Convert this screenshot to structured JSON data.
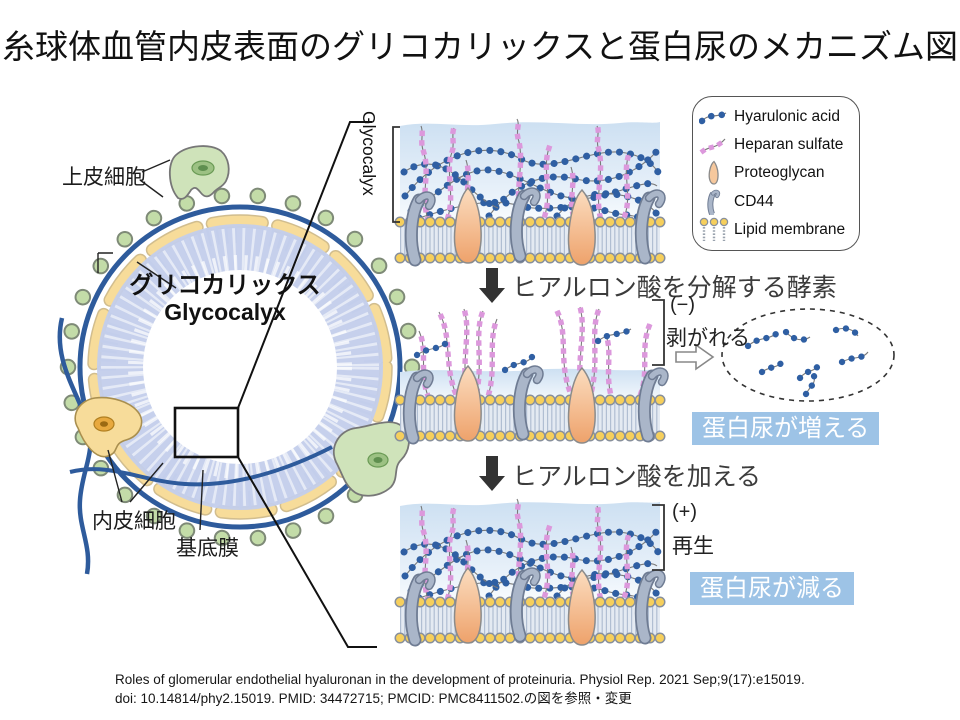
{
  "title": "糸球体血管内皮表面のグリコカリックスと蛋白尿のメカニズム図",
  "left_diagram": {
    "label_epithelial": "上皮細胞",
    "label_glycocalyx_jp": "グリコカリックス",
    "label_glycocalyx_en": "Glycocalyx",
    "label_endothelial": "内皮細胞",
    "label_basement": "基底膜"
  },
  "right_panel": {
    "glycocalyx_axis_label": "Glycocalyx",
    "step1_label": "ヒアルロン酸を分解する酵素",
    "minus_sign": "(−)",
    "peel_label": "剥がれる",
    "proteinuria_increase": "蛋白尿が増える",
    "step2_label": "ヒアルロン酸を加える",
    "plus_sign": "(+)",
    "regenerate_label": "再生",
    "proteinuria_decrease": "蛋白尿が減る"
  },
  "legend": {
    "items": [
      {
        "icon": "hyaluronic-acid-icon",
        "label": "Hyarulonic acid"
      },
      {
        "icon": "heparan-sulfate-icon",
        "label": "Heparan sulfate"
      },
      {
        "icon": "proteoglycan-icon",
        "label": "Proteoglycan"
      },
      {
        "icon": "cd44-icon",
        "label": "CD44"
      },
      {
        "icon": "lipid-membrane-icon",
        "label": "Lipid membrane"
      }
    ]
  },
  "citation": "Roles of glomerular endothelial hyaluronan in the development of proteinuria. Physiol Rep. 2021 Sep;9(17):e15019. doi: 10.14814/phy2.15019. PMID: 34472715; PMCID: PMC8411502.の図を参照・変更",
  "colors": {
    "highlight_box": "#9dc3e6",
    "hyaluronic_acid": "#2f5fa3",
    "heparan_sulfate": "#dc98dc",
    "proteoglycan": "#efa26e",
    "cd44": "#aab6c9",
    "lipid_head": "#f6cf5c",
    "basement_blue": "#2e5b9c",
    "podocyte_green": "#cfe3ba",
    "glycocalyx_fringe": "#c3cdeb"
  }
}
